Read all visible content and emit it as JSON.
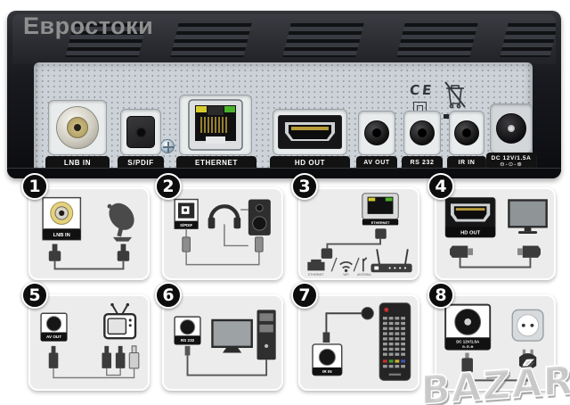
{
  "watermarks": {
    "seller": "Евростоки",
    "marketplace": "BAZÁR"
  },
  "device": {
    "name": "satellite-receiver-rear-panel",
    "certifications": {
      "ce": "CE"
    },
    "ports": [
      {
        "label": "LNB IN",
        "type": "coaxial-f-connector"
      },
      {
        "label": "S/PDIF",
        "type": "optical-audio-out"
      },
      {
        "label": "ETHERNET",
        "type": "rj45-lan"
      },
      {
        "label": "HD OUT",
        "type": "hdmi-out"
      },
      {
        "label": "AV OUT",
        "type": "3.5mm-av-jack"
      },
      {
        "label": "RS 232",
        "type": "3.5mm-serial-jack"
      },
      {
        "label": "IR IN",
        "type": "3.5mm-ir-jack"
      },
      {
        "label": "DC 12V/1.5A",
        "type": "dc-power-in",
        "polarity": "⊖-⊙-⊕"
      }
    ]
  },
  "diagrams": [
    {
      "number": "1",
      "port_label": "LNB IN",
      "connects_to": "satellite-dish",
      "cable": "coaxial cable"
    },
    {
      "number": "2",
      "port_label": "S/PDIF",
      "connects_to": "headphones and audio amplifier",
      "cable": "optical audio cable"
    },
    {
      "number": "3",
      "port_label": "ETHERNET",
      "connects_to": "network router",
      "modes": [
        "ETHERNET",
        "WiFi",
        "ANTENNA"
      ],
      "cable": "ethernet cable"
    },
    {
      "number": "4",
      "port_label": "HD OUT",
      "connects_to": "tv",
      "cable": "hdmi cable"
    },
    {
      "number": "5",
      "port_label": "AV OUT",
      "connects_to": "crt-tv",
      "cable": "rca av cable"
    },
    {
      "number": "6",
      "port_label": "RS 232",
      "connects_to": "pc with monitor",
      "cable": "serial cable"
    },
    {
      "number": "7",
      "port_label": "IR IN",
      "connects_to": "ir receiver eye and remote control",
      "cable": "ir extender cable"
    },
    {
      "number": "8",
      "port_label": "DC 12V/1.5A",
      "connects_to": "mains wall socket",
      "cable": "power cable",
      "polarity": "⊖-⊙-⊕"
    }
  ],
  "colors": {
    "panel": "#ccd2d7",
    "device_body": "#17181d",
    "card_bg": "#ececec",
    "badge_bg": "#0d0d0d",
    "label_bar": "#121212",
    "led_yellow": "#d6cb2e",
    "led_green": "#4bb32c",
    "lnb_gold": "#d6c589",
    "watermark_gray": "#8f8f8f"
  }
}
